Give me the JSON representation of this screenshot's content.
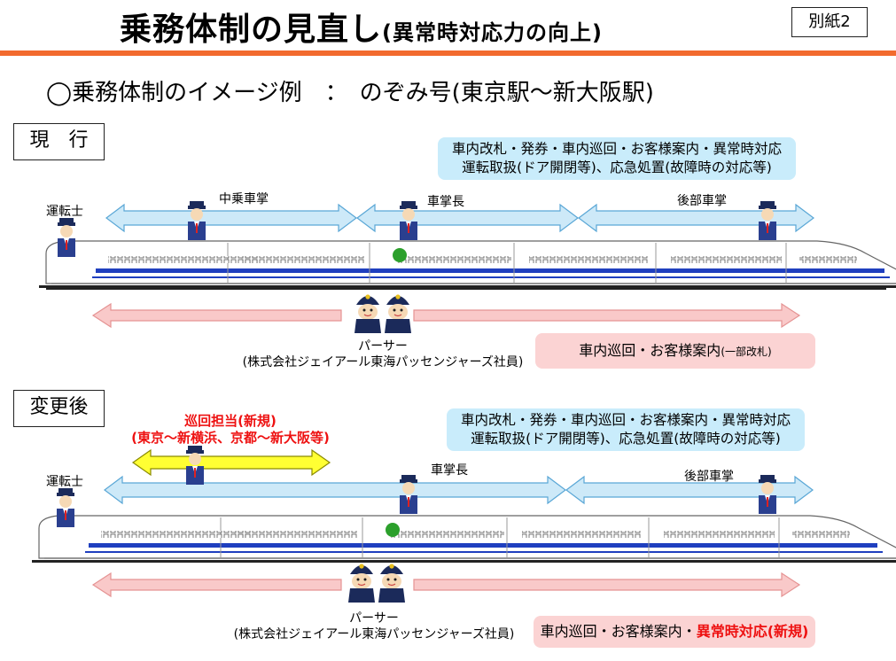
{
  "header": {
    "title": "乗務体制の見直し",
    "subtitle": "(異常時対応力の向上)",
    "appendix": "別紙2"
  },
  "heading": "◯乗務体制のイメージ例　：　のぞみ号(東京駅〜新大阪駅)",
  "current": {
    "label": "現　行",
    "driver": "運転士",
    "middle_conductor": "中乗車掌",
    "chief_conductor": "車掌長",
    "rear_conductor": "後部車掌",
    "duties_line1": "車内改札・発券・車内巡回・お客様案内・異常時対応",
    "duties_line2": "運転取扱(ドア開閉等)、応急処置(故障時の対応等)",
    "purser": "パーサー",
    "purser_company": "(株式会社ジェイアール東海パッセンジャーズ社員)",
    "purser_duty": "車内巡回・お客様案内",
    "purser_duty_note": "(一部改札)"
  },
  "revised": {
    "label": "変更後",
    "patrol_line1": "巡回担当(新規)",
    "patrol_line2": "(東京〜新横浜、京都〜新大阪等)",
    "driver": "運転士",
    "chief_conductor": "車掌長",
    "rear_conductor": "後部車掌",
    "duties_line1": "車内改札・発券・車内巡回・お客様案内・異常時対応",
    "duties_line2": "運転取扱(ドア開閉等)、応急処置(故障時の対応等)",
    "purser": "パーサー",
    "purser_company": "(株式会社ジェイアール東海パッセンジャーズ社員)",
    "purser_duty": "車内巡回・お客様案内・",
    "purser_duty_new": "異常時対応(新規)"
  },
  "colors": {
    "accent_orange": "#f26a2e",
    "blue_box": "#c9ecfb",
    "pink_box": "#fbd3d3",
    "blue_arrow": "#cde9f8",
    "pink_arrow": "#f9c9c9",
    "yellow_arrow": "#ffff33",
    "new_text_red": "#ee1111"
  },
  "icons": [
    "staff-figure-icon",
    "purser-figure-icon",
    "shinkansen-train-icon",
    "green-car-mark-icon"
  ]
}
